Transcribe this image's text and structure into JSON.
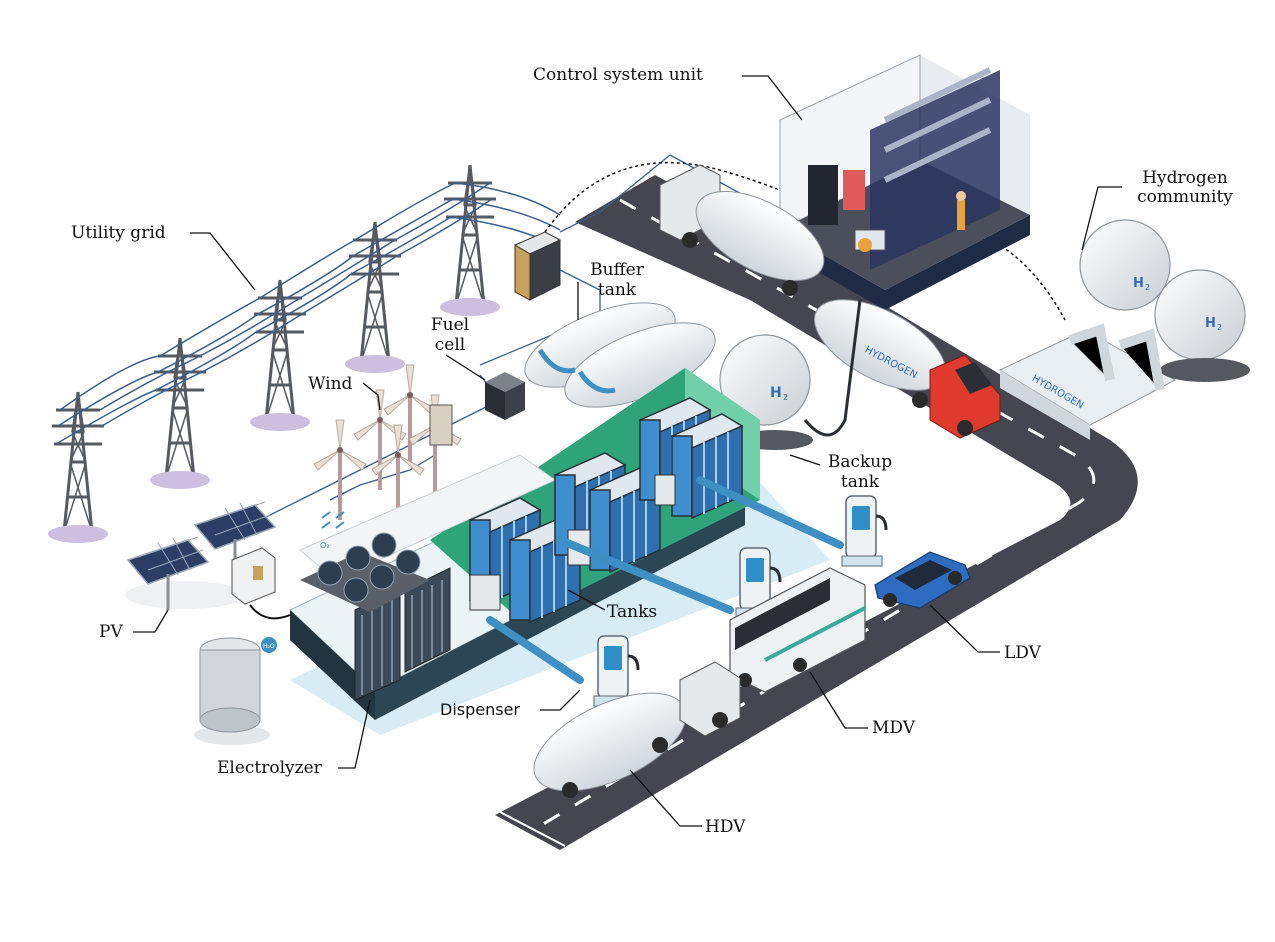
{
  "labels": {
    "control_system_unit": "Control system unit",
    "utility_grid": "Utility grid",
    "hydrogen_community_line1": "Hydrogen",
    "hydrogen_community_line2": "community",
    "buffer_tank_line1": "Buffer",
    "buffer_tank_line2": "tank",
    "fuel_cell_line1": "Fuel",
    "fuel_cell_line2": "cell",
    "wind": "Wind",
    "backup_tank_line1": "Backup",
    "backup_tank_line2": "tank",
    "pv": "PV",
    "tanks": "Tanks",
    "ldv": "LDV",
    "dispenser": "Dispenser",
    "mdv": "MDV",
    "electrolyzer": "Electrolyzer",
    "hdv": "HDV"
  },
  "graphic_text": {
    "h2": "H",
    "h2_sub": "2",
    "hydrogen_truck": "HYDROGEN",
    "hydrogen_building": "HYDROGEN",
    "o2": "O₂",
    "h2o": "H₂O"
  },
  "colors": {
    "road": "#45464f",
    "road_line": "#ffffff",
    "green_wall": "#2fa37a",
    "blue_tank": "#2f6fb0",
    "pipe": "#3d8fc4",
    "tower": "#55595f",
    "grid_line": "#3b5f8f",
    "truck_red": "#e03a2e",
    "car_blue": "#2d6cc0",
    "worker": "#e8a23a",
    "shadow": "#d8ecf6"
  }
}
